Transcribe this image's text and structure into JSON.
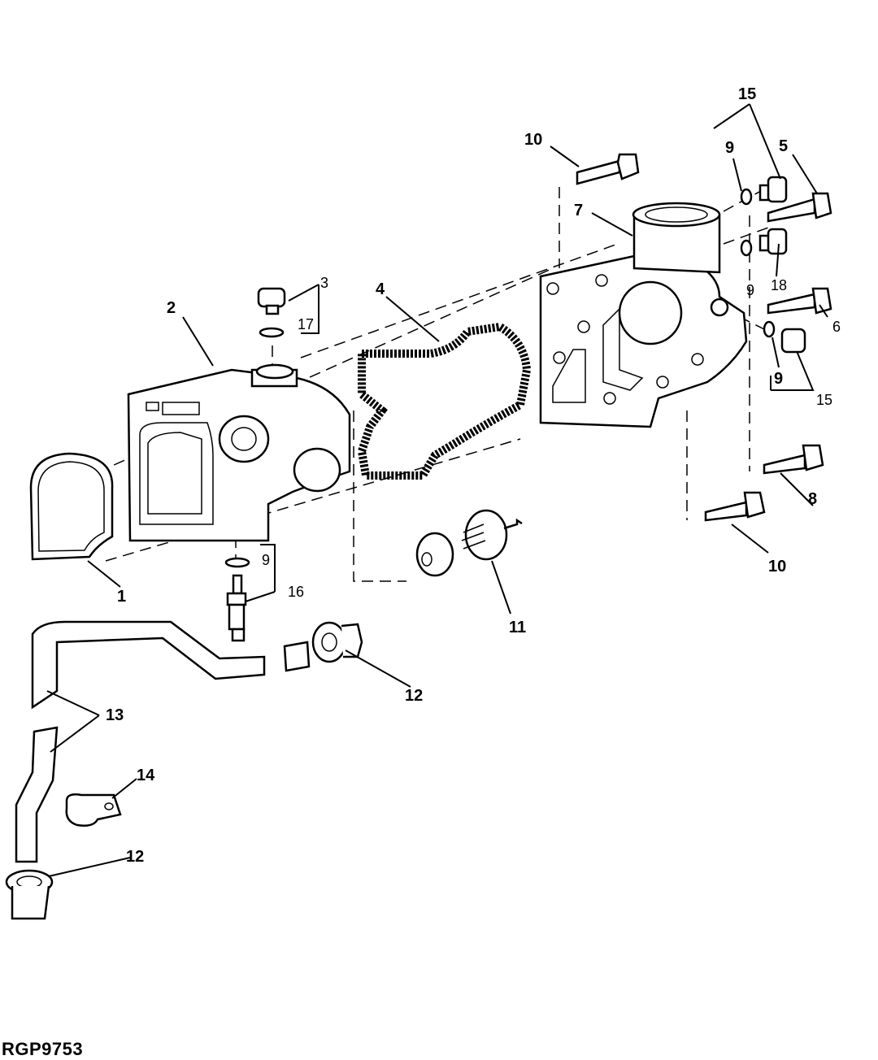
{
  "figure_id": "RGP9753",
  "callouts": {
    "c1": "1",
    "c2": "2",
    "c3": "3",
    "c4": "4",
    "c5": "5",
    "c6": "6",
    "c7": "7",
    "c8": "8",
    "c9a": "9",
    "c9b": "9",
    "c9c": "9",
    "c9d": "9",
    "c10a": "10",
    "c10b": "10",
    "c11": "11",
    "c12a": "12",
    "c12b": "12",
    "c13": "13",
    "c14": "14",
    "c15a": "15",
    "c15b": "15",
    "c16": "16",
    "c17": "17",
    "c18": "18"
  }
}
